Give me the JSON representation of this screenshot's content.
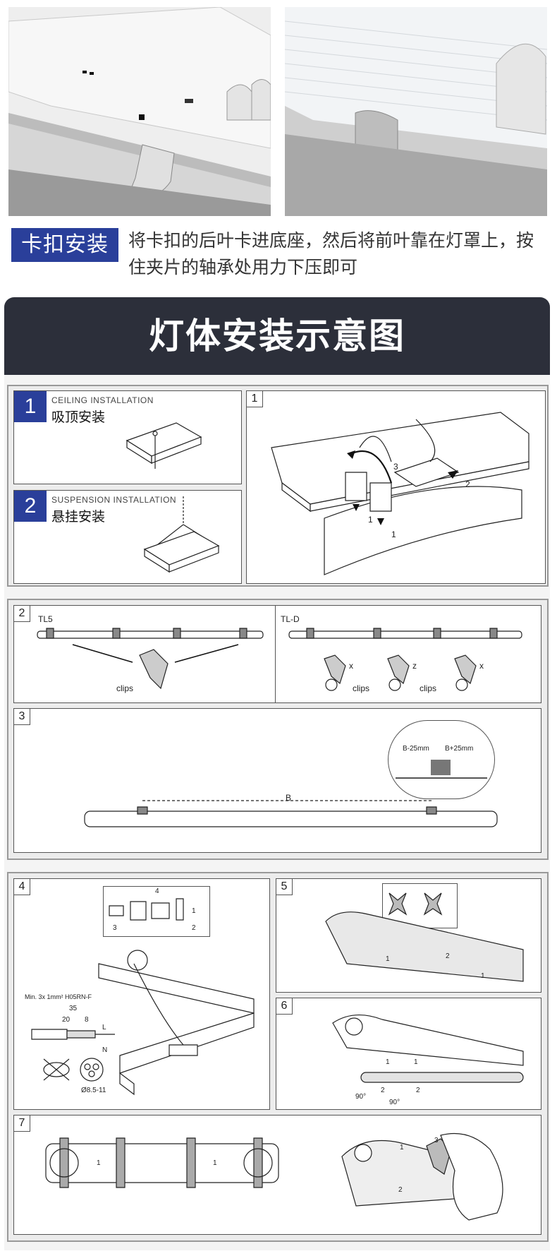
{
  "clip_section": {
    "tag": "卡扣安装",
    "description": "将卡扣的后叶卡进底座，然后将前叶靠在灯罩上，按住夹片的轴承处用力下压即可"
  },
  "banner": {
    "title": "灯体安装示意图"
  },
  "diagram": {
    "ceiling": {
      "number": "1",
      "en": "CEILING INSTALLATION",
      "cn": "吸顶安装"
    },
    "suspension": {
      "number": "2",
      "en": "SUSPENSION INSTALLATION",
      "cn": "悬挂安装"
    },
    "step1": {
      "number": "1",
      "arrow_labels": [
        "3",
        "2",
        "1",
        "1"
      ]
    },
    "step2": {
      "number": "2",
      "left_label": "TL5",
      "right_label": "TL-D",
      "clips_text": "clips",
      "axis_labels": [
        "x",
        "z",
        "x"
      ]
    },
    "step3": {
      "number": "3",
      "dim_b": "B",
      "dim_minus": "B-25mm",
      "dim_plus": "B+25mm"
    },
    "step4": {
      "number": "4",
      "cable_spec": "Min. 3x 1mm² H05RN-F",
      "dim_35": "35",
      "dim_20": "20",
      "dim_8": "8",
      "diameter": "Ø8.5-11",
      "terminals": [
        "L",
        "N"
      ],
      "gland_steps": [
        "3",
        "4",
        "1",
        "2"
      ]
    },
    "step5": {
      "number": "5",
      "arrow_labels": [
        "1",
        "2",
        "1"
      ]
    },
    "step6": {
      "number": "6",
      "angle_label": "90°",
      "arrow_labels": [
        "1",
        "1",
        "2",
        "2"
      ]
    },
    "step7": {
      "number": "7",
      "arrow_labels": [
        "1",
        "1",
        "1",
        "2",
        "3"
      ]
    }
  }
}
